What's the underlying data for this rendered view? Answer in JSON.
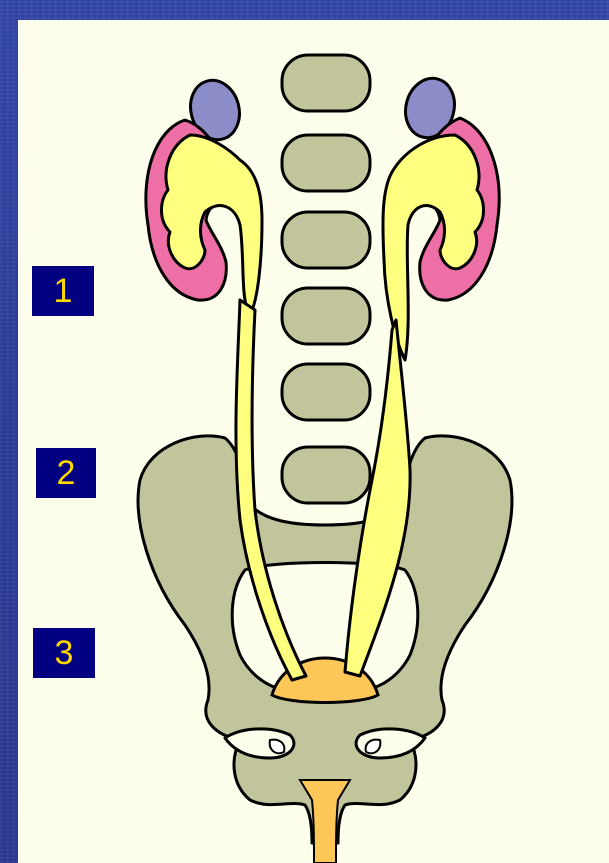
{
  "labels": {
    "one": "1",
    "two": "2",
    "three": "3"
  },
  "colors": {
    "background": "#2a3a9c",
    "panel": "#fdfeeb",
    "bone": "#c2c49b",
    "kidney_cortex": "#ee6fa5",
    "urine": "#ffff7f",
    "adrenal": "#8c8cc8",
    "bladder": "#ffc658",
    "label_bg": "#000080",
    "label_text": "#ffd700"
  },
  "icons": [
    "kidney-left-icon",
    "kidney-right-icon",
    "vertebra-icon",
    "pelvis-icon",
    "bladder-icon",
    "ureter-icon"
  ]
}
